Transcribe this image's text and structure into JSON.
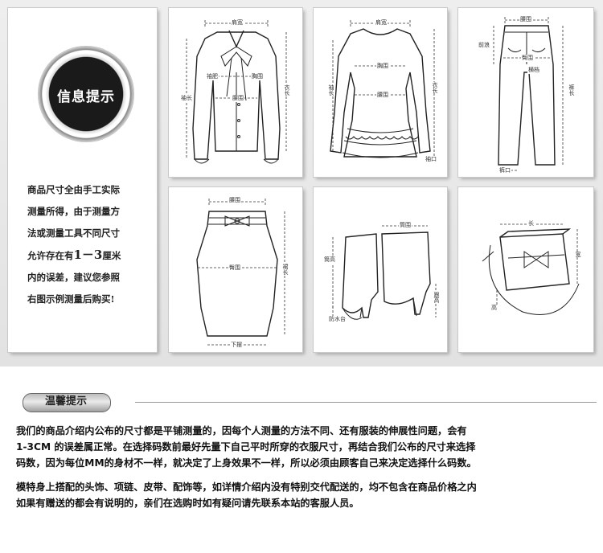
{
  "info_badge": {
    "title": "信息提示"
  },
  "info_text": {
    "line1": "商品尺寸全由手工实际",
    "line2": "测量所得，由于测量方",
    "line3": "法或测量工具不同尺寸",
    "line4_pre": "允许存在有",
    "line4_em": "1－3",
    "line4_post": "厘米",
    "line5": "内的误差，建议您参照",
    "line6": "右图示例测量后购买!"
  },
  "diagrams": {
    "blouse": {
      "shoulder": "肩宽",
      "sleeve": "袖长",
      "armhole": "袖肥",
      "chest": "胸围",
      "waist": "腰围",
      "length": "衣长"
    },
    "dress": {
      "shoulder": "肩宽",
      "chest": "胸围",
      "waist": "腰围",
      "sleeve": "袖长",
      "length": "衣长",
      "cuff": "袖口"
    },
    "pants": {
      "waist": "腰围",
      "rise": "前浪",
      "hip": "臀围",
      "thigh": "横档",
      "length": "裤长",
      "hem": "裤口"
    },
    "skirt": {
      "waist": "腰围",
      "hip": "臀围",
      "length": "裙长",
      "hem": "下摆"
    },
    "boots": {
      "circumference": "筒围",
      "shaft": "筒高",
      "heel": "跟高",
      "platform": "防水台"
    },
    "bag": {
      "length": "长",
      "width": "宽",
      "height": "高"
    }
  },
  "tip_section": {
    "title": "温馨提示",
    "para1_line1": "我们的商品介绍内公布的尺寸都是平铺测量的，因每个人测量的方法不同、还有服装的伸展性问题，会有",
    "para1_line2": "1-3CM 的误差属正常。在选择码数前最好先量下自己平时所穿的衣服尺寸，再结合我们公布的尺寸来选择",
    "para1_line3": "码数，因为每位MM的身材不一样，就决定了上身效果不一样，所以必须由顾客自己来决定选择什么码数。",
    "para2_line1": "模特身上搭配的头饰、项链、皮带、配饰等，如详情介绍内没有特别交代配送的，均不包含在商品价格之内",
    "para2_line2": "如果有赠送的都会有说明的，亲们在选购时如有疑问请先联系本站的客服人员。"
  }
}
